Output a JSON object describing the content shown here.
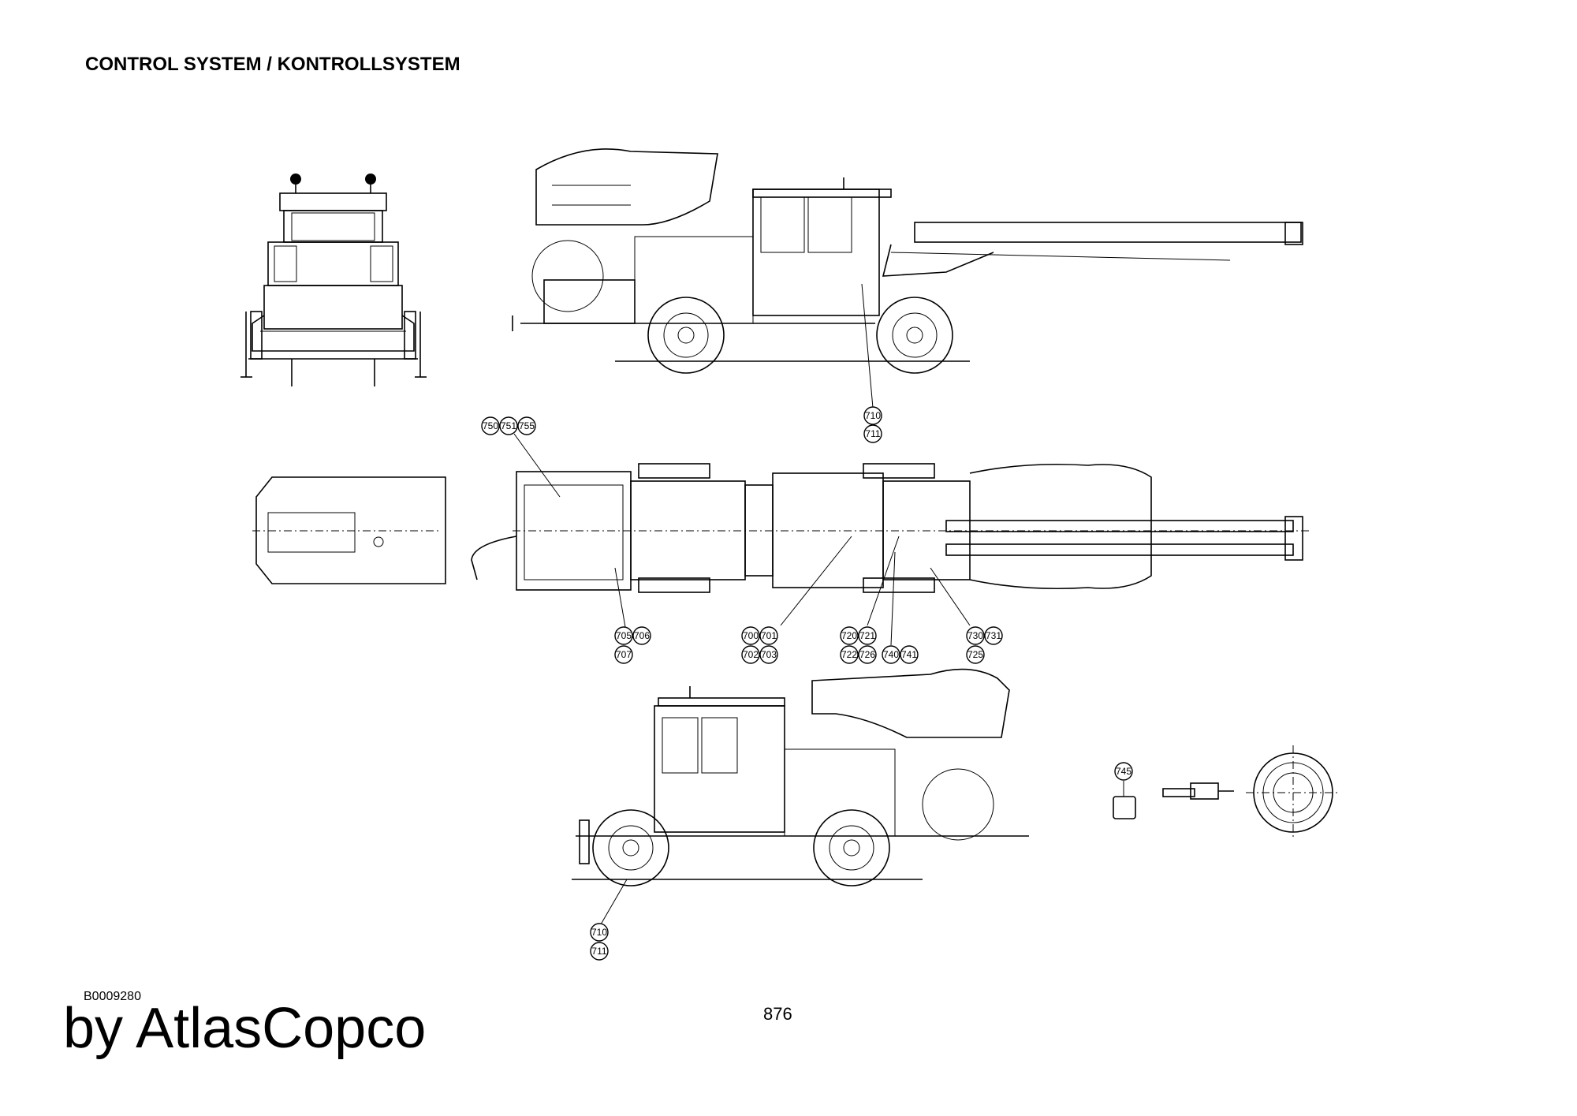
{
  "header": {
    "title": "CONTROL SYSTEM / KONTROLLSYSTEM"
  },
  "footer": {
    "doc_id": "B0009280",
    "page_number": "876",
    "brand": "by AtlasCopco"
  },
  "callouts": [
    [
      "710",
      "711"
    ],
    [
      "750",
      "751",
      "755"
    ],
    [
      "705",
      "706",
      "707"
    ],
    [
      "700",
      "701",
      "702",
      "703"
    ],
    [
      "720",
      "721",
      "722",
      "726"
    ],
    [
      "740",
      "741"
    ],
    [
      "730",
      "731",
      "725"
    ],
    [
      "745"
    ],
    [
      "710",
      "711"
    ]
  ],
  "views": [
    "front-view",
    "side-view-right",
    "top-view",
    "rear-canopy-top",
    "side-view-left",
    "part-745",
    "part-drill",
    "part-tyre"
  ]
}
